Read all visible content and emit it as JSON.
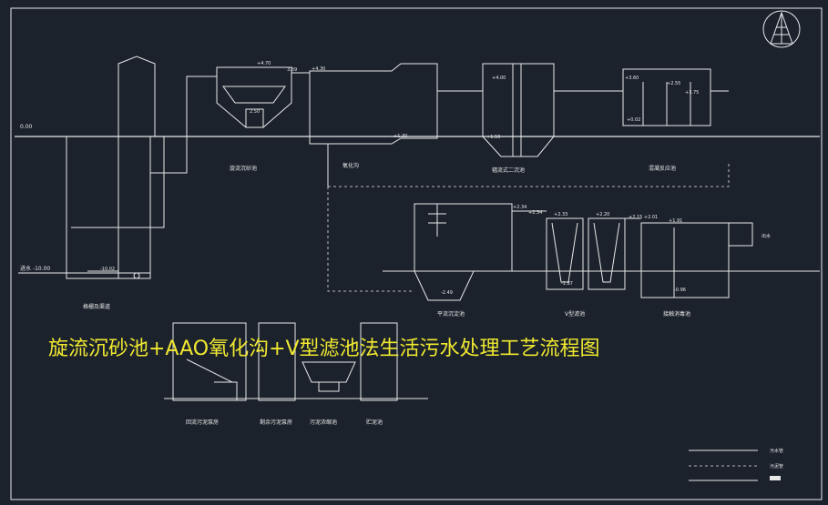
{
  "title": "旋流沉砂池+AAO氧化沟+V型滤池法生活污水处理工艺流程图",
  "units": {
    "grit_chamber": "旋流沉砂池",
    "oxidation_ditch": "氧化沟",
    "secondary_clarifier": "辐流式二沉池",
    "mixing_tank": "混凝反应池",
    "screen_channel": "格栅及渠道",
    "sedimentation": "平流沉淀池",
    "v_filter": "V型滤池",
    "disinfection": "接触消毒池",
    "return_pump": "回流污泥泵房",
    "sludge_pump": "剩余污泥泵房",
    "sludge_thickener": "污泥浓缩池",
    "sludge_storage": "贮泥池"
  },
  "elevations": {
    "ground": "0.00",
    "inlet": "进水 -10.00",
    "screen_bottom": "-10.02",
    "grit_top": "+4.70",
    "grit_outlet": "3.39",
    "grit_bottom": "2.50",
    "ditch_top": "+4.30",
    "ditch_bottom": "+1.30",
    "clarifier_top": "+4.00",
    "clarifier_bottom": "+1.50",
    "mix_top": "+3.60",
    "mix_mid": "+2.55",
    "mix_out": "+3.75",
    "mix_bottom": "+0.02",
    "sed_top": "+2.34",
    "sed_out": "+2.34",
    "sed_bottom": "-2.49",
    "v_top1": "+2.33",
    "v_top2": "+2.20",
    "v_bottom": "-1.87",
    "dis_in": "+2.15 +2.01",
    "dis_top": "+1.91",
    "dis_bottom": "-0.96"
  },
  "legend": {
    "water_line": "污水管",
    "sludge_line": "污泥管",
    "outlet": "出水"
  }
}
